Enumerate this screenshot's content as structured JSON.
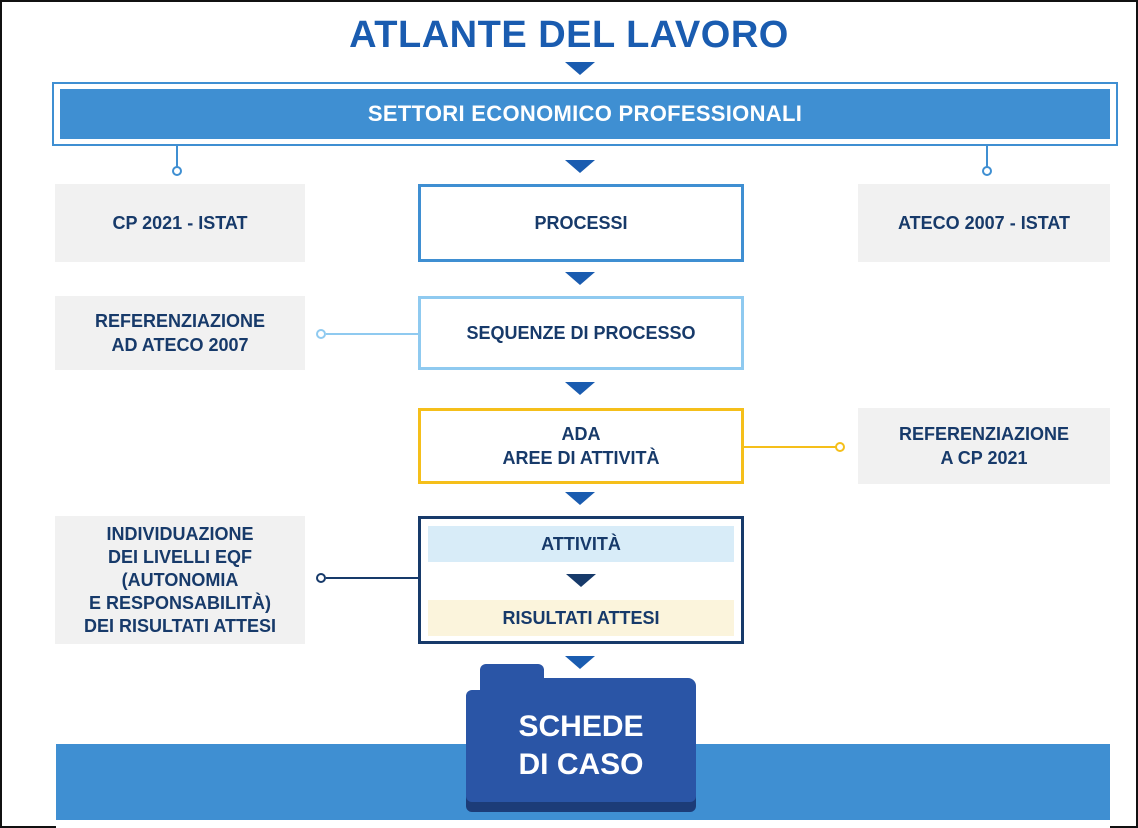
{
  "title": "ATLANTE DEL LAVORO",
  "banner": "SETTORI ECONOMICO PROFESSIONALI",
  "left": {
    "cp": "CP 2021 - ISTAT",
    "ref_ateco_1": "REFERENZIAZIONE",
    "ref_ateco_2": "AD ATECO 2007",
    "eqf_1": "INDIVIDUAZIONE",
    "eqf_2": "DEI LIVELLI EQF",
    "eqf_3": "(AUTONOMIA",
    "eqf_4": "E RESPONSABILITÀ)",
    "eqf_5": "DEI RISULTATI ATTESI"
  },
  "center": {
    "processi": "PROCESSI",
    "sequenze": "SEQUENZE DI PROCESSO",
    "ada_1": "ADA",
    "ada_2": "AREE DI ATTIVITÀ",
    "attivita": "ATTIVITÀ",
    "risultati": "RISULTATI ATTESI"
  },
  "right": {
    "ateco": "ATECO 2007 - ISTAT",
    "ref_cp_1": "REFERENZIAZIONE",
    "ref_cp_2": "A CP 2021"
  },
  "folder": {
    "line1": "SCHEDE",
    "line2": "DI CASO"
  },
  "colors": {
    "title_blue": "#1a5cb0",
    "banner_blue": "#3f8fd2",
    "dark_navy": "#173a6a",
    "light_blue_border": "#8fcaf0",
    "ada_yellow": "#f5bf1a",
    "attivita_fill": "#d8ecf8",
    "risultati_fill": "#fbf4dc",
    "folder_blue": "#2a55a6",
    "folder_dark": "#1c3c78",
    "gray_box": "#f1f1f1"
  }
}
